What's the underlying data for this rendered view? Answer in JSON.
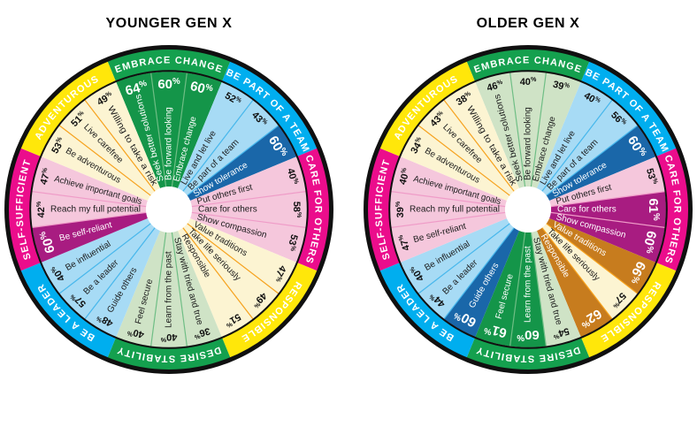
{
  "page": {
    "background": "#ffffff"
  },
  "titles": {
    "left": "YOUNGER GEN X",
    "right": "OLDER GEN X"
  },
  "palettes": {
    "green": {
      "light": "#cfe3c6",
      "dark": "#149549",
      "divider": "#6fbe85",
      "ring": "#14a04e"
    },
    "blue": {
      "light": "#a7dbf5",
      "dark": "#1a67a9",
      "divider": "#47b7ec",
      "ring": "#00aeef"
    },
    "pink": {
      "light": "#f5c7dc",
      "dark": "#a81c81",
      "divider": "#ef9cc8",
      "ring": "#eb0d8c"
    },
    "cream": {
      "light": "#fcf4d2",
      "dark": "#c77c1e",
      "divider": "#f6a21e",
      "ring": "#ffe70a"
    }
  },
  "chart_data": [
    {
      "type": "wheel",
      "title": "YOUNGER GEN X",
      "categories": [
        {
          "label": "EMBRACE CHANGE",
          "palette": "green",
          "segments": [
            {
              "label": "Seek better solutions",
              "value": 64,
              "highlight": true
            },
            {
              "label": "Be forward looking",
              "value": 60,
              "highlight": true
            },
            {
              "label": "Embrace change",
              "value": 60,
              "highlight": true
            }
          ]
        },
        {
          "label": "BE PART OF A TEAM",
          "palette": "blue",
          "segments": [
            {
              "label": "Live and let live",
              "value": 52,
              "highlight": false
            },
            {
              "label": "Be part of a team",
              "value": 43,
              "highlight": false
            },
            {
              "label": "Show tolerance",
              "value": 60,
              "highlight": true
            }
          ]
        },
        {
          "label": "CARE FOR OTHERS",
          "palette": "pink",
          "segments": [
            {
              "label": "Put others first",
              "value": 40,
              "highlight": false
            },
            {
              "label": "Care for others",
              "value": 58,
              "highlight": false
            },
            {
              "label": "Show compassion",
              "value": 53,
              "highlight": false
            }
          ]
        },
        {
          "label": "RESPONSIBLE",
          "palette": "cream",
          "segments": [
            {
              "label": "Value traditions",
              "value": 47,
              "highlight": false
            },
            {
              "label": "Take life seriously",
              "value": 49,
              "highlight": false
            },
            {
              "label": "Responsible",
              "value": 51,
              "highlight": false
            }
          ]
        },
        {
          "label": "DESIRE STABILITY",
          "palette": "green",
          "segments": [
            {
              "label": "Stay with tried and true",
              "value": 36,
              "highlight": false
            },
            {
              "label": "Learn from the past",
              "value": 40,
              "highlight": false
            },
            {
              "label": "Feel secure",
              "value": 40,
              "highlight": false
            }
          ]
        },
        {
          "label": "BE A LEADER",
          "palette": "blue",
          "segments": [
            {
              "label": "Guide others",
              "value": 48,
              "highlight": false
            },
            {
              "label": "Be a leader",
              "value": 57,
              "highlight": false
            },
            {
              "label": "Be influential",
              "value": 40,
              "highlight": false
            }
          ]
        },
        {
          "label": "SELF-SUFFICIENT",
          "palette": "pink",
          "segments": [
            {
              "label": "Be self-reliant",
              "value": 60,
              "highlight": true
            },
            {
              "label": "Reach my full potential",
              "value": 42,
              "highlight": false
            },
            {
              "label": "Achieve important goals",
              "value": 47,
              "highlight": false
            }
          ]
        },
        {
          "label": "ADVENTUROUS",
          "palette": "cream",
          "segments": [
            {
              "label": "Be adventurous",
              "value": 53,
              "highlight": false
            },
            {
              "label": "Live carefree",
              "value": 51,
              "highlight": false
            },
            {
              "label": "Willing to take a risk",
              "value": 49,
              "highlight": false
            }
          ]
        }
      ]
    },
    {
      "type": "wheel",
      "title": "OLDER GEN X",
      "categories": [
        {
          "label": "EMBRACE CHANGE",
          "palette": "green",
          "segments": [
            {
              "label": "Seek better solutions",
              "value": 46,
              "highlight": false
            },
            {
              "label": "Be forward looking",
              "value": 40,
              "highlight": false
            },
            {
              "label": "Embrace change",
              "value": 39,
              "highlight": false
            }
          ]
        },
        {
          "label": "BE PART OF A TEAM",
          "palette": "blue",
          "segments": [
            {
              "label": "Live and let live",
              "value": 40,
              "highlight": false
            },
            {
              "label": "Be part of a team",
              "value": 56,
              "highlight": false
            },
            {
              "label": "Show tolerance",
              "value": 60,
              "highlight": true
            }
          ]
        },
        {
          "label": "CARE FOR OTHERS",
          "palette": "pink",
          "segments": [
            {
              "label": "Put others first",
              "value": 53,
              "highlight": false
            },
            {
              "label": "Care for others",
              "value": 61,
              "highlight": true
            },
            {
              "label": "Show compassion",
              "value": 60,
              "highlight": true
            }
          ]
        },
        {
          "label": "RESPONSIBLE",
          "palette": "cream",
          "segments": [
            {
              "label": "Value traditions",
              "value": 66,
              "highlight": true
            },
            {
              "label": "Take life seriously",
              "value": 57,
              "highlight": false
            },
            {
              "label": "Responsible",
              "value": 62,
              "highlight": true
            }
          ]
        },
        {
          "label": "DESIRE STABILITY",
          "palette": "green",
          "segments": [
            {
              "label": "Stay with tried and true",
              "value": 54,
              "highlight": false
            },
            {
              "label": "Learn from the past",
              "value": 60,
              "highlight": true
            },
            {
              "label": "Feel secure",
              "value": 61,
              "highlight": true
            }
          ]
        },
        {
          "label": "BE A LEADER",
          "palette": "blue",
          "segments": [
            {
              "label": "Guide others",
              "value": 60,
              "highlight": true
            },
            {
              "label": "Be a leader",
              "value": 44,
              "highlight": false
            },
            {
              "label": "Be influential",
              "value": 40,
              "highlight": false
            }
          ]
        },
        {
          "label": "SELF-SUFFICIENT",
          "palette": "pink",
          "segments": [
            {
              "label": "Be self-reliant",
              "value": 47,
              "highlight": false
            },
            {
              "label": "Reach my full potential",
              "value": 39,
              "highlight": false
            },
            {
              "label": "Achieve important goals",
              "value": 40,
              "highlight": false
            }
          ]
        },
        {
          "label": "ADVENTUROUS",
          "palette": "cream",
          "segments": [
            {
              "label": "Be adventurous",
              "value": 34,
              "highlight": false
            },
            {
              "label": "Live carefree",
              "value": 43,
              "highlight": false
            },
            {
              "label": "Willing to take a risk",
              "value": 38,
              "highlight": false
            }
          ]
        }
      ]
    }
  ]
}
